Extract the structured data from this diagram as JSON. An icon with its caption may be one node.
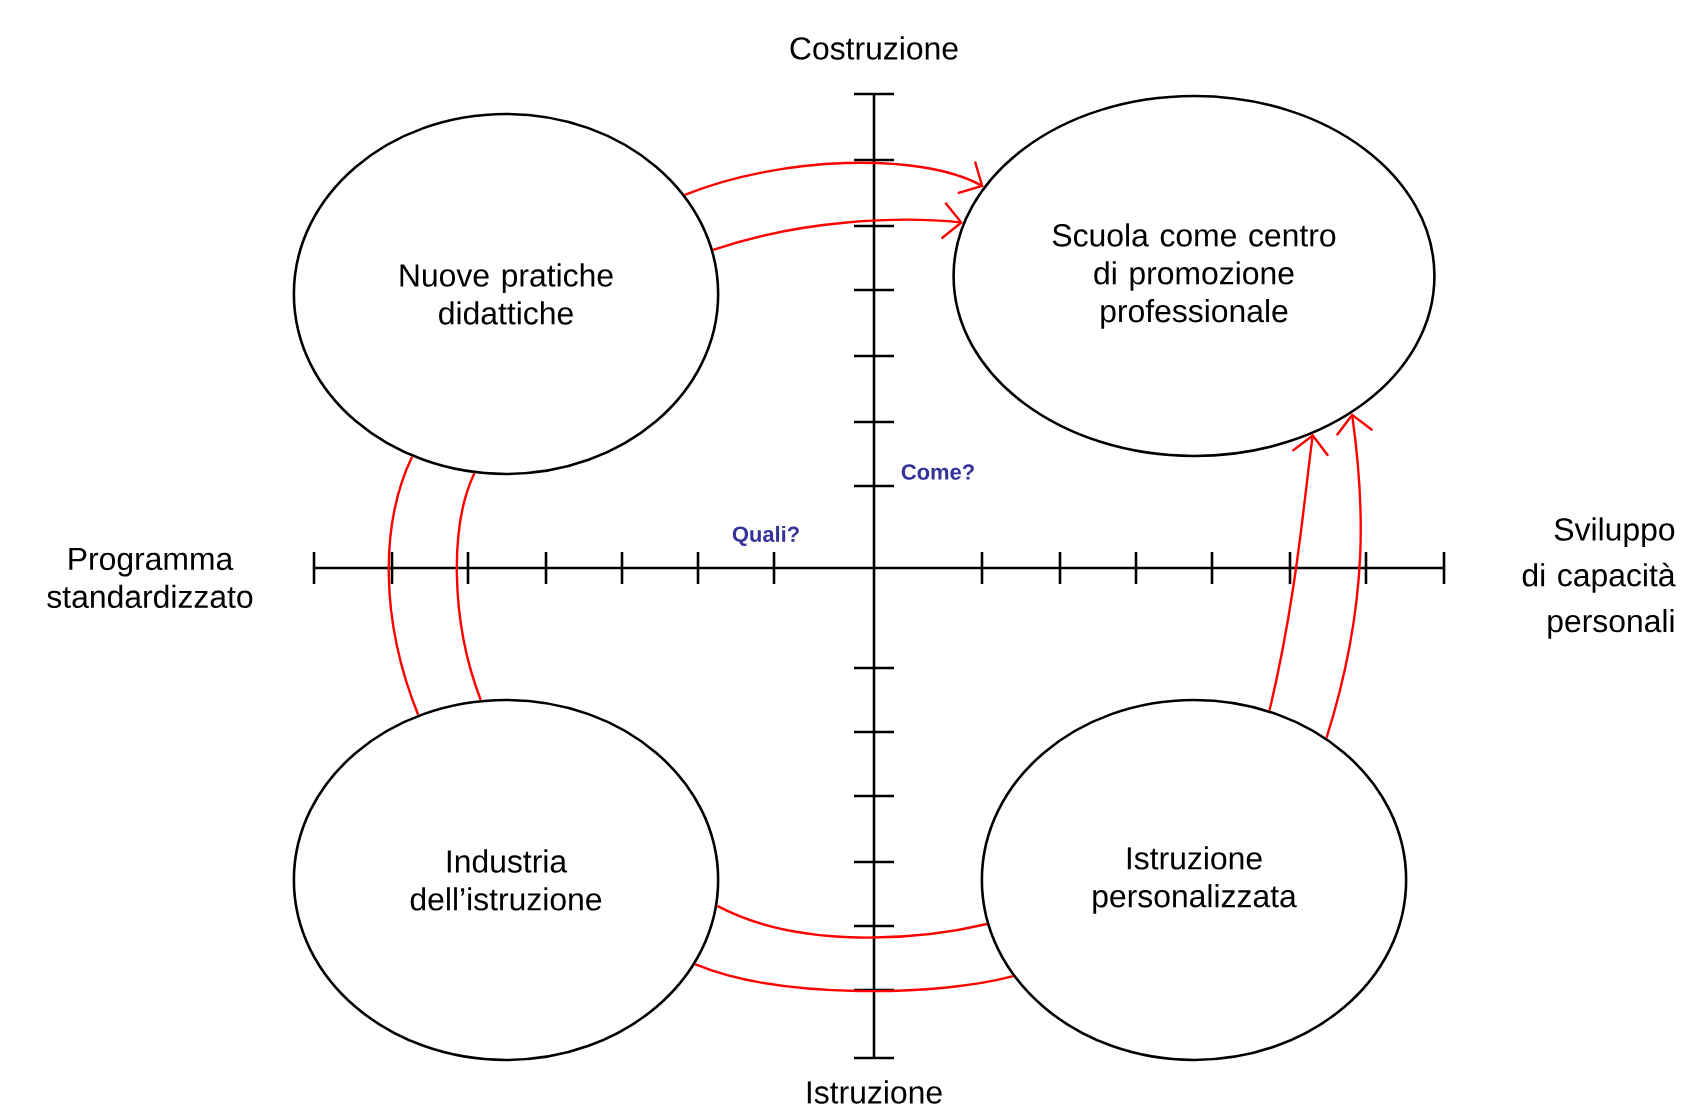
{
  "diagram": {
    "nodes": [
      {
        "text": [
          "Nuove pratiche didattiche"
        ]
      },
      {
        "text": [
          "Scuola come centro di promozione professionale"
        ]
      },
      {
        "text": [
          "Industria dell’istruzione"
        ]
      },
      {
        "text": [
          "Istruzione personalizzata"
        ]
      }
    ],
    "edges": [
      {
        "from": 0,
        "to": 1,
        "arrow": "to"
      },
      {
        "from": 0,
        "to": 1,
        "arrow": "to"
      },
      {
        "from": 0,
        "to": 2,
        "arrow": "none"
      },
      {
        "from": 0,
        "to": 2,
        "arrow": "none"
      },
      {
        "from": 3,
        "to": 1,
        "arrow": "to"
      },
      {
        "from": 3,
        "to": 1,
        "arrow": "to"
      },
      {
        "from": 2,
        "to": 3,
        "arrow": "none"
      },
      {
        "from": 2,
        "to": 3,
        "arrow": "none"
      }
    ],
    "labels": [
      "Costruzione",
      "Come?",
      "Programma standardizzato",
      "Quali?",
      "Sviluppo di capacità personali",
      "Istruzione"
    ]
  }
}
